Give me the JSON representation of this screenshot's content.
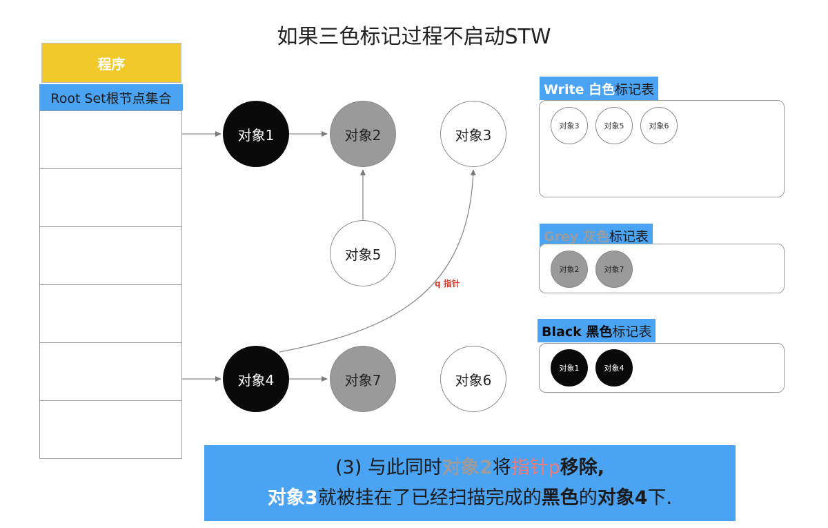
{
  "title": "如果三色标记过程不启动STW",
  "program_label": "程序",
  "rootset_label": "Root Set根节点集合",
  "nodes": {
    "n1": "对象1",
    "n2": "对象2",
    "n3": "对象3",
    "n4": "对象4",
    "n5": "对象5",
    "n6": "对象6",
    "n7": "对象7"
  },
  "pointer_label": "q 指针",
  "white_table": {
    "title_bold": "Write 白色",
    "title_rest": "标记表",
    "items": [
      "对象3",
      "对象5",
      "对象6"
    ]
  },
  "grey_table": {
    "title_bold": "Grey 灰色",
    "title_rest": "标记表",
    "items": [
      "对象2",
      "对象7"
    ]
  },
  "black_table": {
    "title_bold": "Black 黑色",
    "title_rest": "标记表",
    "items": [
      "对象1",
      "对象4"
    ]
  },
  "caption": {
    "line1_a": "(3) 与此同时",
    "line1_b": "对象2",
    "line1_c": "将",
    "line1_d": "指针p",
    "line1_e": "移除,",
    "line2_a": "对象3",
    "line2_b": "就被挂在了已经扫描完成的",
    "line2_c": "黑色",
    "line2_d": "的",
    "line2_e": "对象4",
    "line2_f": "下."
  },
  "colors": {
    "black": "#0a0a0a",
    "grey": "#9a9a9a",
    "white": "#ffffff",
    "accent_blue": "#4aa3f3",
    "program_yellow": "#f2c92b",
    "pointer_red": "#e03b2a"
  }
}
